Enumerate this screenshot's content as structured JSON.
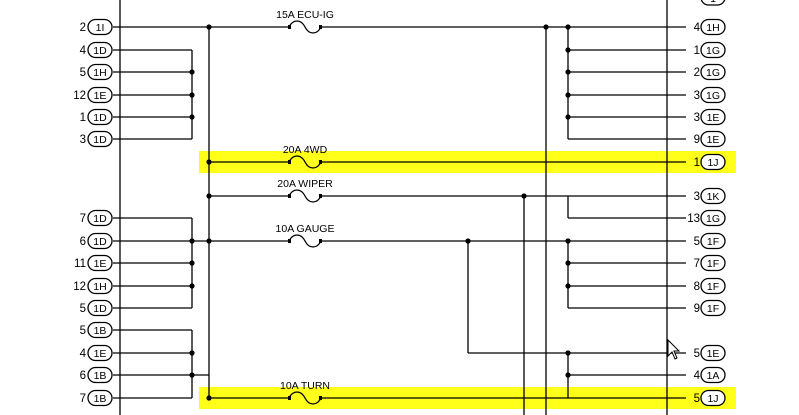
{
  "colors": {
    "highlight": "#ffff1a",
    "wire": "#000000"
  },
  "fuses": [
    {
      "label": "15A ECU-IG"
    },
    {
      "label": "20A 4WD",
      "highlighted": true
    },
    {
      "label": "20A WIPER"
    },
    {
      "label": "10A GAUGE"
    },
    {
      "label": "10A TURN",
      "highlighted": true
    }
  ],
  "left_terminals": [
    {
      "pin": "2",
      "conn": "1I"
    },
    {
      "pin": "4",
      "conn": "1D"
    },
    {
      "pin": "5",
      "conn": "1H"
    },
    {
      "pin": "12",
      "conn": "1E"
    },
    {
      "pin": "1",
      "conn": "1D"
    },
    {
      "pin": "3",
      "conn": "1D"
    },
    {
      "pin": "7",
      "conn": "1D"
    },
    {
      "pin": "6",
      "conn": "1D"
    },
    {
      "pin": "11",
      "conn": "1E"
    },
    {
      "pin": "12",
      "conn": "1H"
    },
    {
      "pin": "5",
      "conn": "1D"
    },
    {
      "pin": "5",
      "conn": "1B"
    },
    {
      "pin": "4",
      "conn": "1E"
    },
    {
      "pin": "6",
      "conn": "1B"
    },
    {
      "pin": "7",
      "conn": "1B"
    }
  ],
  "right_terminals": [
    {
      "pin": "4",
      "conn": "1H"
    },
    {
      "pin": "1",
      "conn": "1G"
    },
    {
      "pin": "2",
      "conn": "1G"
    },
    {
      "pin": "3",
      "conn": "1G"
    },
    {
      "pin": "3",
      "conn": "1E"
    },
    {
      "pin": "9",
      "conn": "1E"
    },
    {
      "pin": "1",
      "conn": "1J"
    },
    {
      "pin": "3",
      "conn": "1K"
    },
    {
      "pin": "13",
      "conn": "1G"
    },
    {
      "pin": "5",
      "conn": "1F"
    },
    {
      "pin": "7",
      "conn": "1F"
    },
    {
      "pin": "8",
      "conn": "1F"
    },
    {
      "pin": "9",
      "conn": "1F"
    },
    {
      "pin": "5",
      "conn": "1E"
    },
    {
      "pin": "4",
      "conn": "1A"
    },
    {
      "pin": "5",
      "conn": "1J"
    }
  ],
  "top_partial_terminal": {
    "conn": "1"
  },
  "cursor_icon": "arrow-cursor-icon"
}
